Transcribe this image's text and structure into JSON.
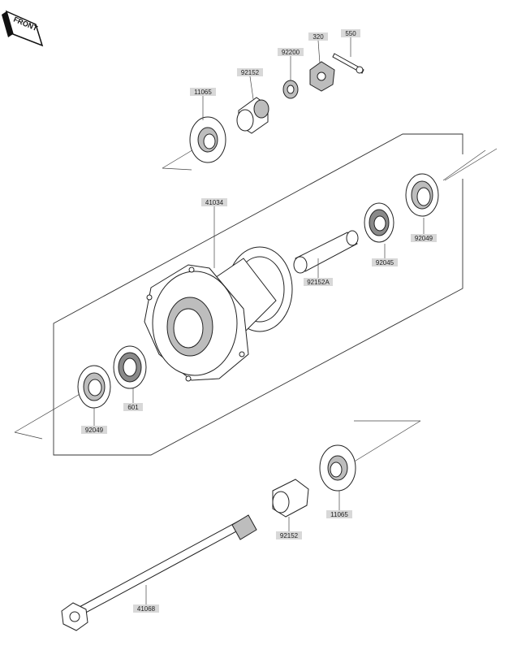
{
  "front_badge": {
    "text": "FRONT"
  },
  "part_labels": {
    "p550": "550",
    "p320": "320",
    "p92200": "92200",
    "p92152_top": "92152",
    "p11065_top": "11065",
    "p41034": "41034",
    "p92049": "92049",
    "p92045": "92045",
    "p92152a": "92152A",
    "p601": "601",
    "p92049_left": "92049",
    "p11065_bottom": "11065",
    "p92152_bottom": "92152",
    "p41068": "41068"
  }
}
